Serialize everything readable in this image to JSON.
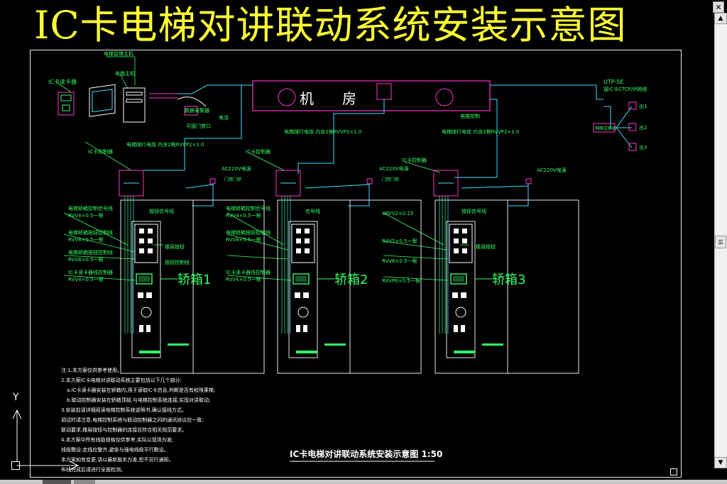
{
  "title": "IC卡电梯对讲联动系统安装示意图",
  "bottom_title": "IC卡电梯对讲联动系统安装示意图 1:50",
  "machine_room": {
    "char1": "机",
    "char2": "房"
  },
  "cars": [
    {
      "label": "轿箱1"
    },
    {
      "label": "轿箱2"
    },
    {
      "label": "轿箱3"
    }
  ],
  "labels": {
    "ic_card_reader": "IC卡读卡器",
    "computer_label": "电梯管理主机",
    "pc_label": "电脑主机",
    "converter": "数据采集器",
    "phone": "可接门禁口",
    "phone2": "电话",
    "room_note": "电梯控制",
    "room_cable1": "电梯随行电缆\n内含2根RVVP2×1.0",
    "room_cable2": "电梯随行电缆\n内含2根RVVP2×1.0",
    "room_cable3": "电梯随行电缆\n内含2根RVVP2×1.0",
    "ctrl1": "IC卡控制器",
    "ctrl2": "IC卡控制器",
    "ctrl3": "IC卡控制器",
    "ac1": "AC220V电源",
    "ac2": "AC220V电源",
    "ac3": "AC220V电源",
    "pwr1": "门禁门禁",
    "pwr2": "门禁门禁",
    "utp_title": "UTP-5E",
    "utp_sub": "接IC卡CTCP/IP网络",
    "hub": "网络交换机",
    "out1": "出1",
    "out2": "出2",
    "out3": "出3",
    "wire_rvv": "4RVV2×0.15",
    "wire_rvv2": "RVV2×0.5一根",
    "wire_rvv3": "RVV6×0.5一根",
    "wire_rvvp": "RVVP6×0.5一根",
    "left_notes": [
      "电梯轿箱控制信号线",
      "RVV4×0.5一根",
      "电梯轿箱按钮控制线",
      "RVV8×0.5一根",
      "电梯轿箱按钮控制线",
      "RVV8×0.5一根",
      "IC卡读卡器线控制器",
      "RVV4×0.5一根"
    ],
    "mid_notes": [
      "按钮信号线",
      "信号线",
      "楼层按钮",
      "按钮控制线"
    ]
  },
  "notes": [
    "注:1.本方案仅供参考使用。",
    "2.本方案IC卡电梯对讲联动系统主要包括以下几个部分:",
    "a.IC卡读卡器安装在轿箱内,用于读取IC卡信息,判断是否有权限乘梯;",
    "b.联动控制器安装在轿箱顶部,与电梯控制系统连接,实现对讲联动;",
    "3.安装前请详细阅读电梯控制系统说明书,确认接线方式。",
    "调试时请注意,电梯控制系统与联动控制器之间的通讯协议应一致;",
    "联动要求,楼层按钮与控制器的连接应符合相关规范要求。",
    "4.本方案中所有线缆规格仅供参考,实际以现场为准;",
    "线缆敷设:走线应整齐,避免与强电线缆平行敷设。",
    "本方案如有变更,请以最新版本为准,恕不另行通知。",
    "布线完成后请进行全面检测。"
  ],
  "ucs": {
    "y_axis": "Y"
  },
  "scrollbar": {
    "up": "▲",
    "down": "▼",
    "thumb": "☰"
  },
  "window": {
    "close": "✕"
  },
  "colors": {
    "green": "#33ff66",
    "cyan": "#33e6ff",
    "magenta": "#ff33cc",
    "yellow": "#ffff33",
    "white": "#ffffff"
  }
}
